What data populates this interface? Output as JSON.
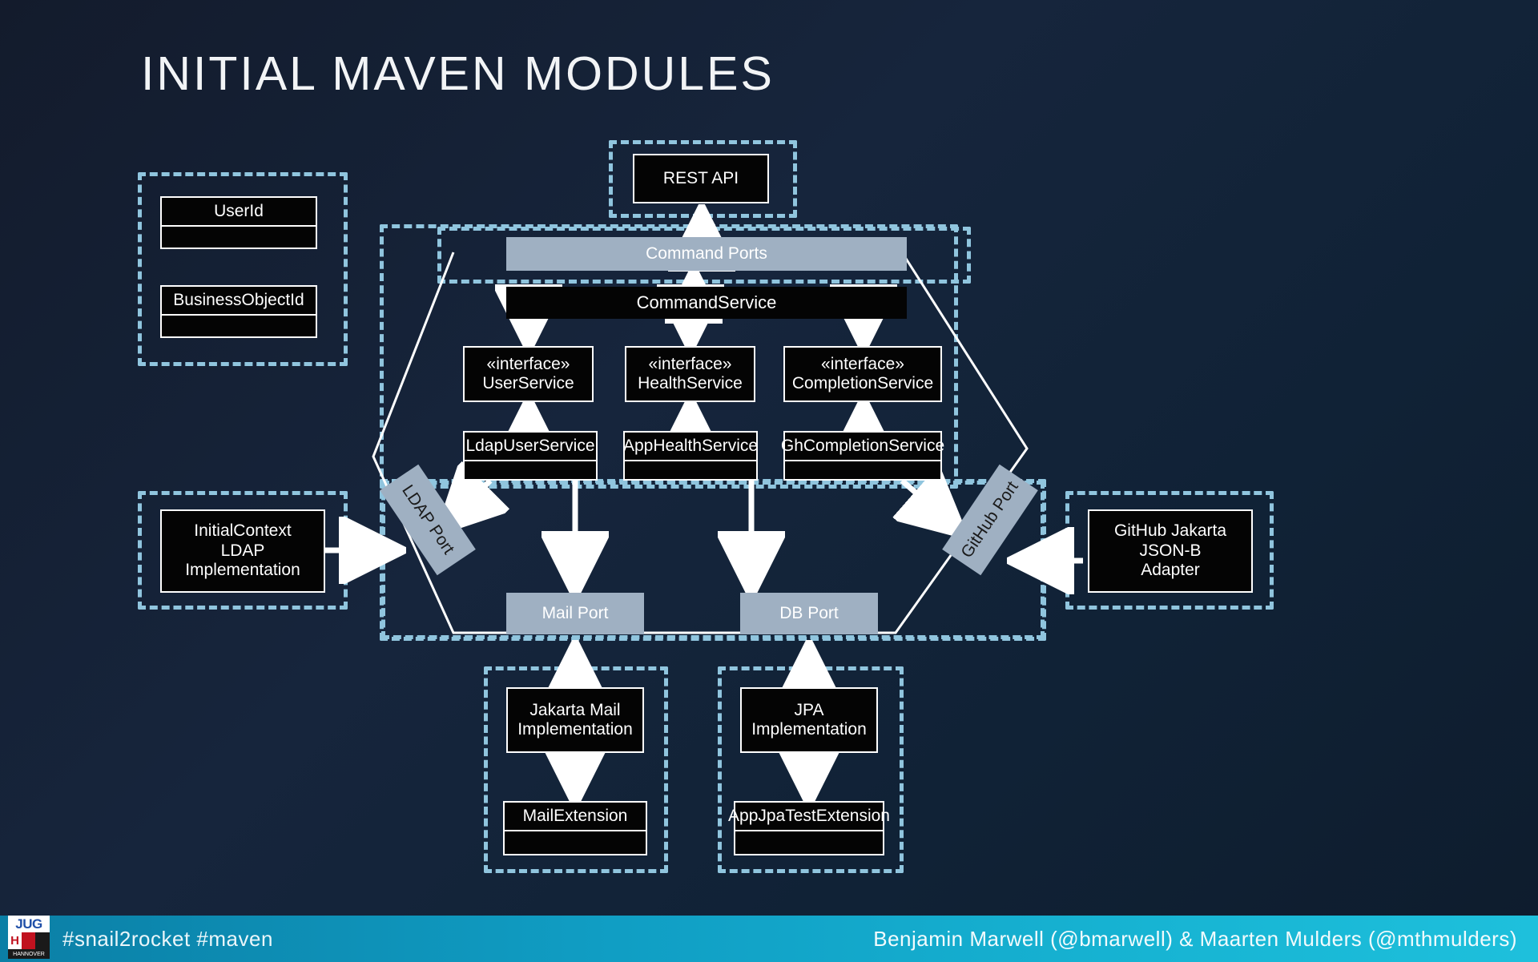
{
  "slide": {
    "title": "INITIAL MAVEN MODULES"
  },
  "groups": {
    "domain_ids": "domain-ids-module",
    "rest_api": "rest-api-module",
    "command_ports": "command-ports-module",
    "application": "application-module",
    "ldap_impl": "ldap-implementation-module",
    "github_adapter": "github-adapter-module",
    "mail_impl": "mail-implementation-module",
    "jpa_impl": "jpa-implementation-module"
  },
  "classes": {
    "user_id": "UserId",
    "business_object_id": "BusinessObjectId",
    "rest_api": "REST API",
    "command_service": "CommandService",
    "user_service_stereotype": "«interface»",
    "user_service": "UserService",
    "health_service_stereotype": "«interface»",
    "health_service": "HealthService",
    "completion_service_stereotype": "«interface»",
    "completion_service": "CompletionService",
    "ldap_user_service": "LdapUserService",
    "app_health_service": "AppHealthService",
    "gh_completion_service": "GhCompletionService",
    "initial_context": "InitialContext\nLDAP\nImplementation",
    "github_jakarta": "GitHub Jakarta\nJSON-B\nAdapter",
    "jakarta_mail": "Jakarta Mail\nImplementation",
    "jpa_implementation": "JPA\nImplementation",
    "mail_extension": "MailExtension",
    "app_jpa_test_extension": "AppJpaTestExtension"
  },
  "ports": {
    "command_ports": "Command Ports",
    "ldap_port": "LDAP Port",
    "github_port": "GitHub Port",
    "mail_port": "Mail Port",
    "db_port": "DB Port"
  },
  "footer": {
    "tags": "#snail2rocket #maven",
    "authors": "Benjamin Marwell (@bmarwell) & Maarten Mulders (@mthmulders)",
    "logo_top": "JUG",
    "logo_letter": "H",
    "logo_bottom": "HANNOVER"
  },
  "colors": {
    "background": "#131c2e",
    "module_border": "#90c5de",
    "class_fill": "#040404",
    "class_border": "#ffffff",
    "port_fill": "#9fb0c2",
    "footer_gradient_start": "#0b7fa6",
    "footer_gradient_end": "#1ec0dc",
    "title_text": "#f2f4f6"
  }
}
